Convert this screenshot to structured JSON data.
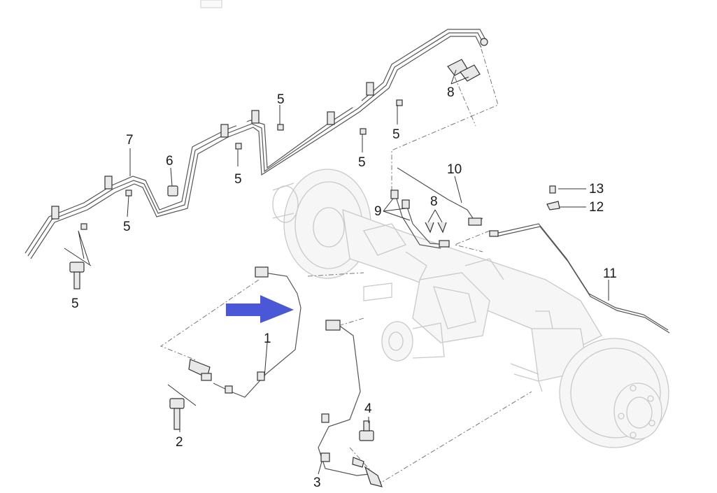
{
  "diagram": {
    "callouts": [
      {
        "id": "c5a",
        "text": "5"
      },
      {
        "id": "c5b",
        "text": "5"
      },
      {
        "id": "c5c",
        "text": "5"
      },
      {
        "id": "c5d",
        "text": "5"
      },
      {
        "id": "c5e",
        "text": "5"
      },
      {
        "id": "c5f",
        "text": "5"
      },
      {
        "id": "c7",
        "text": "7"
      },
      {
        "id": "c6",
        "text": "6"
      },
      {
        "id": "c8a",
        "text": "8"
      },
      {
        "id": "c8b",
        "text": "8"
      },
      {
        "id": "c9",
        "text": "9"
      },
      {
        "id": "c10",
        "text": "10"
      },
      {
        "id": "c11",
        "text": "11"
      },
      {
        "id": "c12",
        "text": "12"
      },
      {
        "id": "c13",
        "text": "13"
      },
      {
        "id": "c1",
        "text": "1"
      },
      {
        "id": "c2",
        "text": "2"
      },
      {
        "id": "c3",
        "text": "3"
      },
      {
        "id": "c4",
        "text": "4"
      }
    ],
    "colors": {
      "arrow": "#4a57d6",
      "ghost_outline": "#c9c9c9",
      "line": "#333333"
    }
  }
}
